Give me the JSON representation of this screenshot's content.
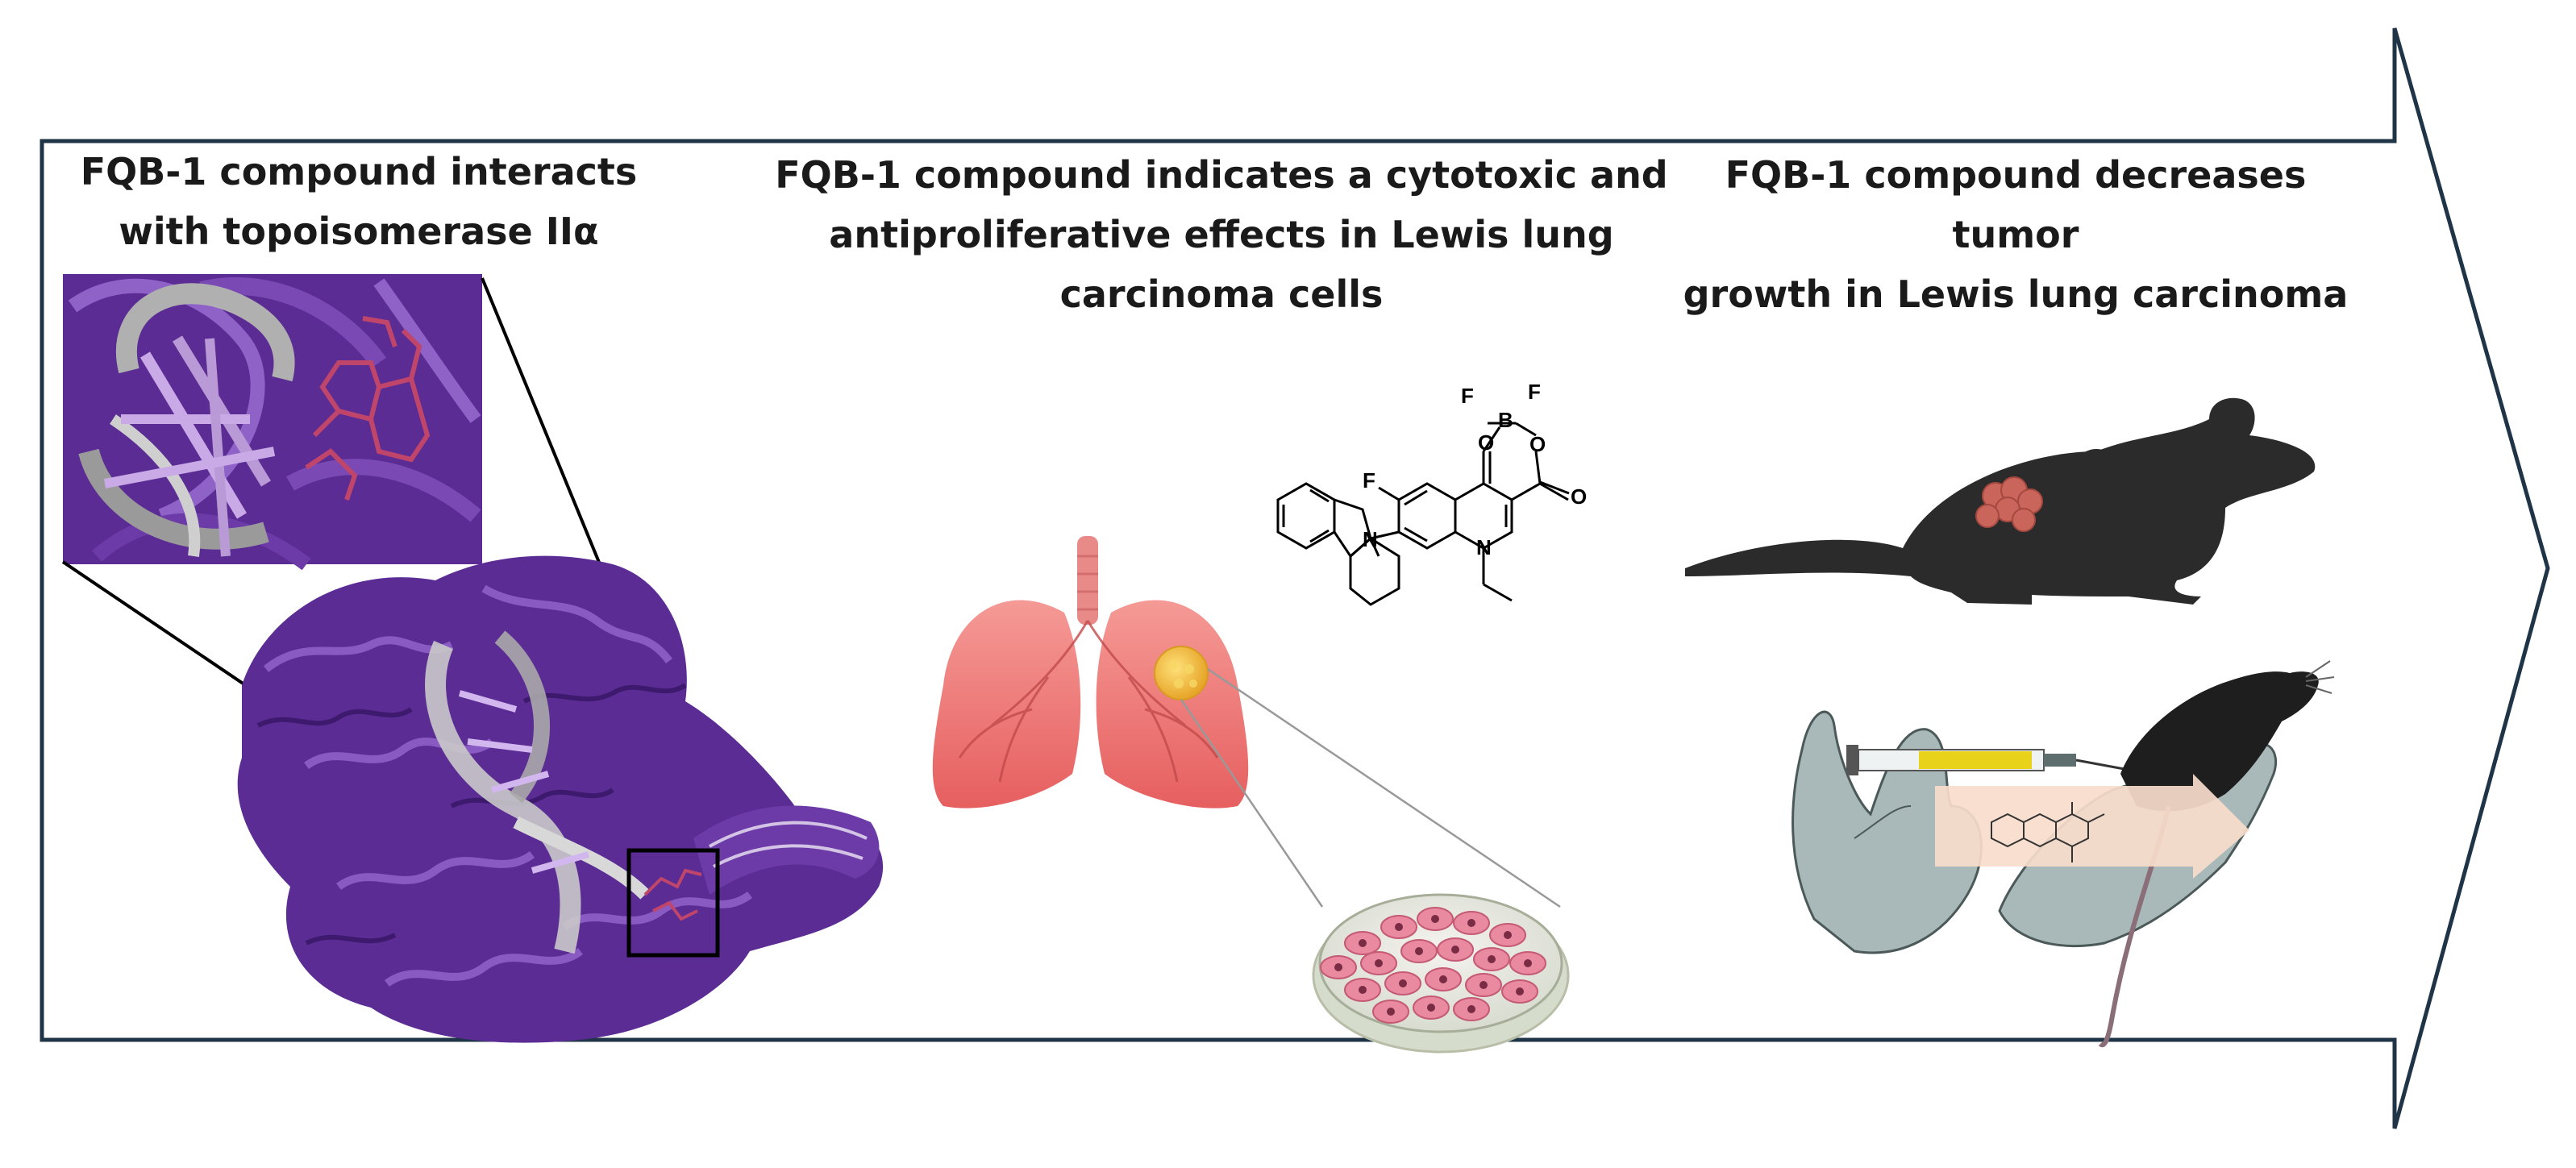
{
  "panels": {
    "left": {
      "title_lines": [
        "FQB-1 compound interacts",
        "with topoisomerase IIα"
      ]
    },
    "middle": {
      "title_lines": [
        "FQB-1 compound indicates a cytotoxic and",
        "antiproliferative effects in Lewis lung",
        "carcinoma cells"
      ]
    },
    "right": {
      "title_lines": [
        "FQB-1 compound decreases tumor",
        "growth in Lewis lung carcinoma"
      ]
    }
  },
  "molecule_atoms": {
    "f1": "F",
    "f2": "F",
    "b": "B",
    "o_keto": "O",
    "o_ester": "O",
    "o_carbonyl": "O",
    "f_ring": "F",
    "n_carbazole": "N",
    "n_quinolone": "N"
  },
  "colors": {
    "frame": "#1f3547",
    "protein": "#5b2c94",
    "protein_light": "#b99ad6",
    "dna": "#9a9a9a",
    "ligand": "#c0456a",
    "lung": "#ef7c7c",
    "lung_dark": "#d45a5a",
    "tumor": "#f5c542",
    "mouse": "#2b2b2b",
    "mouse_tumor": "#c9655a",
    "glove": "#a9b8b8",
    "cell": "#e98aa0",
    "arrow_band": "#f7dccb",
    "syringe_liquid": "#e8d31a"
  },
  "icons": [
    "protein-structure",
    "lungs",
    "petri-dish",
    "chemical-structure",
    "mouse",
    "syringe",
    "gloved-hands"
  ]
}
